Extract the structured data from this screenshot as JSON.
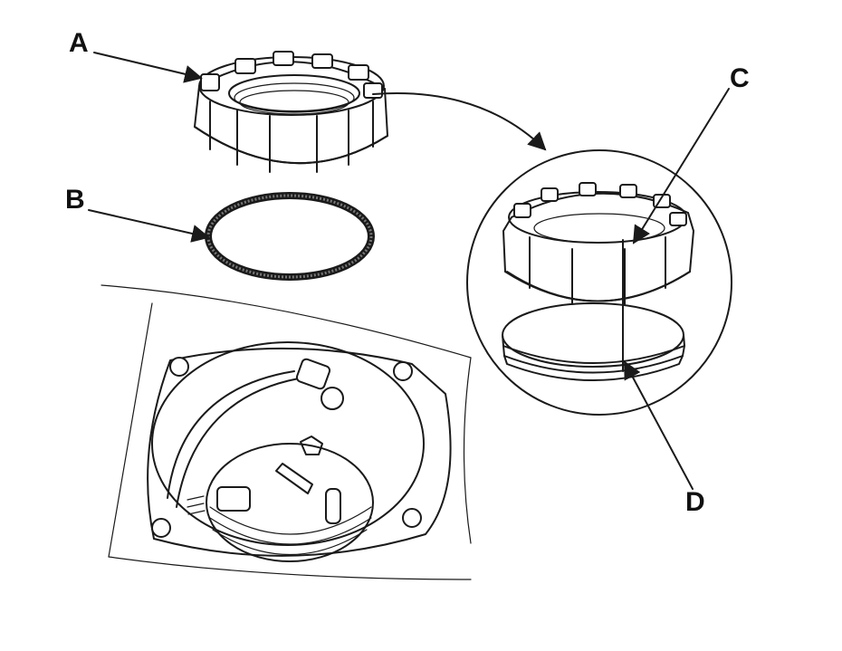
{
  "callouts": {
    "a": "A",
    "b": "B",
    "c": "C",
    "d": "D"
  },
  "colors": {
    "line": "#1a1a1a",
    "background": "#ffffff"
  }
}
